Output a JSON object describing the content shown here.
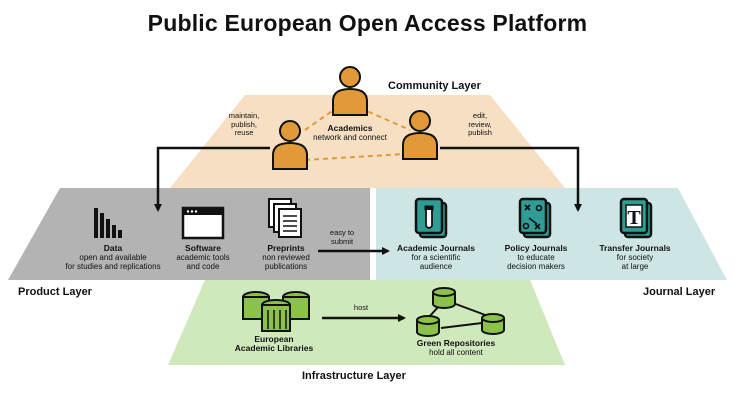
{
  "title": "Public European Open Access Platform",
  "layers": {
    "community": "Community Layer",
    "product": "Product Layer",
    "journal": "Journal Layer",
    "infrastructure": "Infrastructure Layer"
  },
  "community": {
    "academics": {
      "title": "Academics",
      "subtitle": "network and connect"
    },
    "left_actions": [
      "maintain,",
      "publish,",
      "reuse"
    ],
    "right_actions": [
      "edit,",
      "review,",
      "publish"
    ]
  },
  "product": {
    "data": {
      "title": "Data",
      "lines": [
        "open and available",
        "for studies and replications"
      ]
    },
    "software": {
      "title": "Software",
      "lines": [
        "academic tools",
        "and code"
      ]
    },
    "preprints": {
      "title": "Preprints",
      "lines": [
        "non reviewed",
        "publications"
      ]
    },
    "submit": [
      "easy to",
      "submit"
    ]
  },
  "journal": {
    "academic": {
      "title": "Academic Journals",
      "lines": [
        "for a scientific",
        "audience"
      ],
      "icon_letter": ""
    },
    "policy": {
      "title": "Policy Journals",
      "lines": [
        "to educate",
        "decision makers"
      ]
    },
    "transfer": {
      "title": "Transfer Journals",
      "lines": [
        "for society",
        "at large"
      ],
      "icon_letter": "T"
    }
  },
  "infrastructure": {
    "libraries": {
      "lines": [
        "European",
        "Academic Libraries"
      ]
    },
    "host": "host",
    "repositories": {
      "title": "Green Repositories",
      "lines": [
        "hold all content"
      ]
    }
  },
  "colors": {
    "community_plane": "#f6dfc3",
    "product_plane": "#b3b3b3",
    "journal_plane": "#cde6e5",
    "infrastructure_plane": "#cfe8bc",
    "person": "#e19a37",
    "journal_icon": "#2f9d96",
    "library": "#8bc34a",
    "repository": "#8bc34a"
  }
}
